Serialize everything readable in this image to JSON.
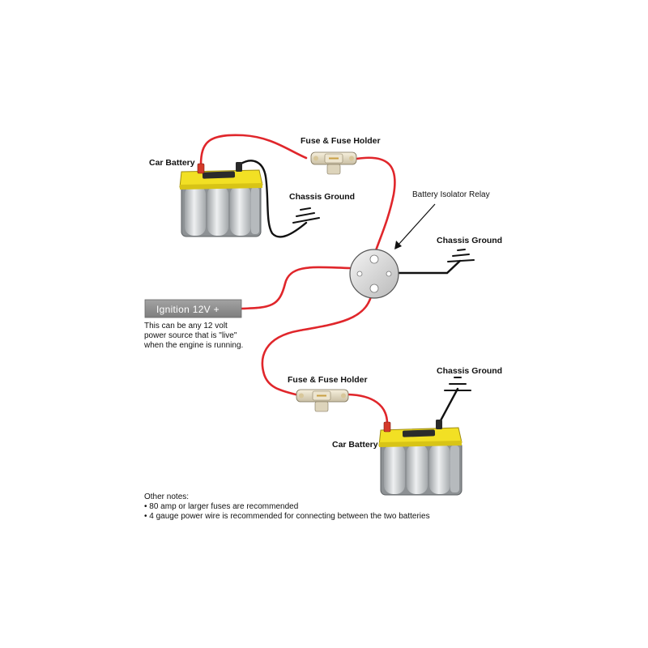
{
  "labels": {
    "car_battery_top": "Car Battery",
    "car_battery_bottom": "Car Battery",
    "fuse_top": "Fuse & Fuse Holder",
    "fuse_bottom": "Fuse & Fuse Holder",
    "chassis_ground_1": "Chassis Ground",
    "chassis_ground_2": "Chassis Ground",
    "chassis_ground_3": "Chassis Ground",
    "relay": "Battery Isolator Relay",
    "ignition": "Ignition 12V +",
    "ignition_note": [
      "This can be any 12 volt",
      "power source that is \"live\"",
      "when the engine is running."
    ]
  },
  "notes": {
    "title": "Other notes:",
    "items": [
      "• 80 amp or larger fuses are recommended",
      "• 4 gauge power wire is recommended for connecting between the two batteries"
    ]
  },
  "colors": {
    "power_wire": "#e0262b",
    "ground_wire": "#111111",
    "battery_top": "#f2e024",
    "battery_body": "#c9ccce",
    "ignition_box": "#8c8c8c"
  }
}
